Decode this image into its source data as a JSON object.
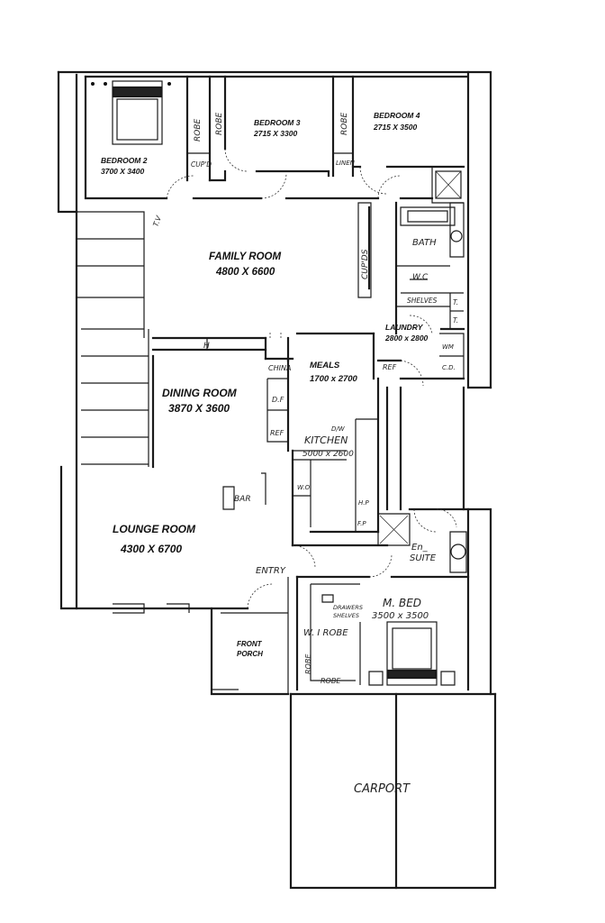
{
  "rooms": {
    "bedroom2": {
      "name": "BEDROOM 2",
      "size": "3700 X 3400"
    },
    "bedroom3": {
      "name": "BEDROOM 3",
      "size": "2715 X 3300"
    },
    "bedroom4": {
      "name": "BEDROOM 4",
      "size": "2715 X 3500"
    },
    "family": {
      "name": "FAMILY ROOM",
      "size": "4800 X 6600"
    },
    "dining": {
      "name": "DINING ROOM",
      "size": "3870 X 3600"
    },
    "lounge": {
      "name": "LOUNGE ROOM",
      "size": "4300 X 6700"
    },
    "meals": {
      "name": "MEALS",
      "size": "1700 x 2700"
    },
    "laundry": {
      "name": "LAUNDRY",
      "size": "2800 x 2800"
    },
    "kitchen": {
      "name": "KITCHEN",
      "size": "5000 x 2600"
    },
    "master": {
      "name": "M. BED",
      "size": "3500 x 3500"
    },
    "porch": {
      "line1": "FRONT",
      "line2": "PORCH"
    },
    "carport": {
      "name": "CARPORT"
    }
  },
  "fixtures": {
    "robe_b2": "ROBE",
    "robe_b3": "ROBE",
    "robe_b4": "ROBE",
    "cupd_hall": "CUP'D",
    "linen": "LINEN",
    "tv": "T.V",
    "cupds": "CUP'DS",
    "bath": "BATH",
    "wc": "W.C",
    "shelves": "SHELVES",
    "t1": "T.",
    "t2": "T.",
    "wm": "WM",
    "cd": "C.D.",
    "ref_laundry": "REF",
    "china": "CHINA",
    "df": "D.F",
    "ref_dining": "REF",
    "dw": "D/W",
    "wo": "W.O",
    "hp": "H.P",
    "fp": "F.P",
    "bar": "BAR",
    "entry": "ENTRY",
    "ensuite_1": "En_",
    "ensuite_2": "SUITE",
    "drawers_1": "DRAWERS",
    "drawers_2": "SHELVES",
    "wir": "W. I ROBE",
    "robe_m1": "ROBE",
    "robe_m2": "ROBE",
    "h_mark": "H"
  }
}
